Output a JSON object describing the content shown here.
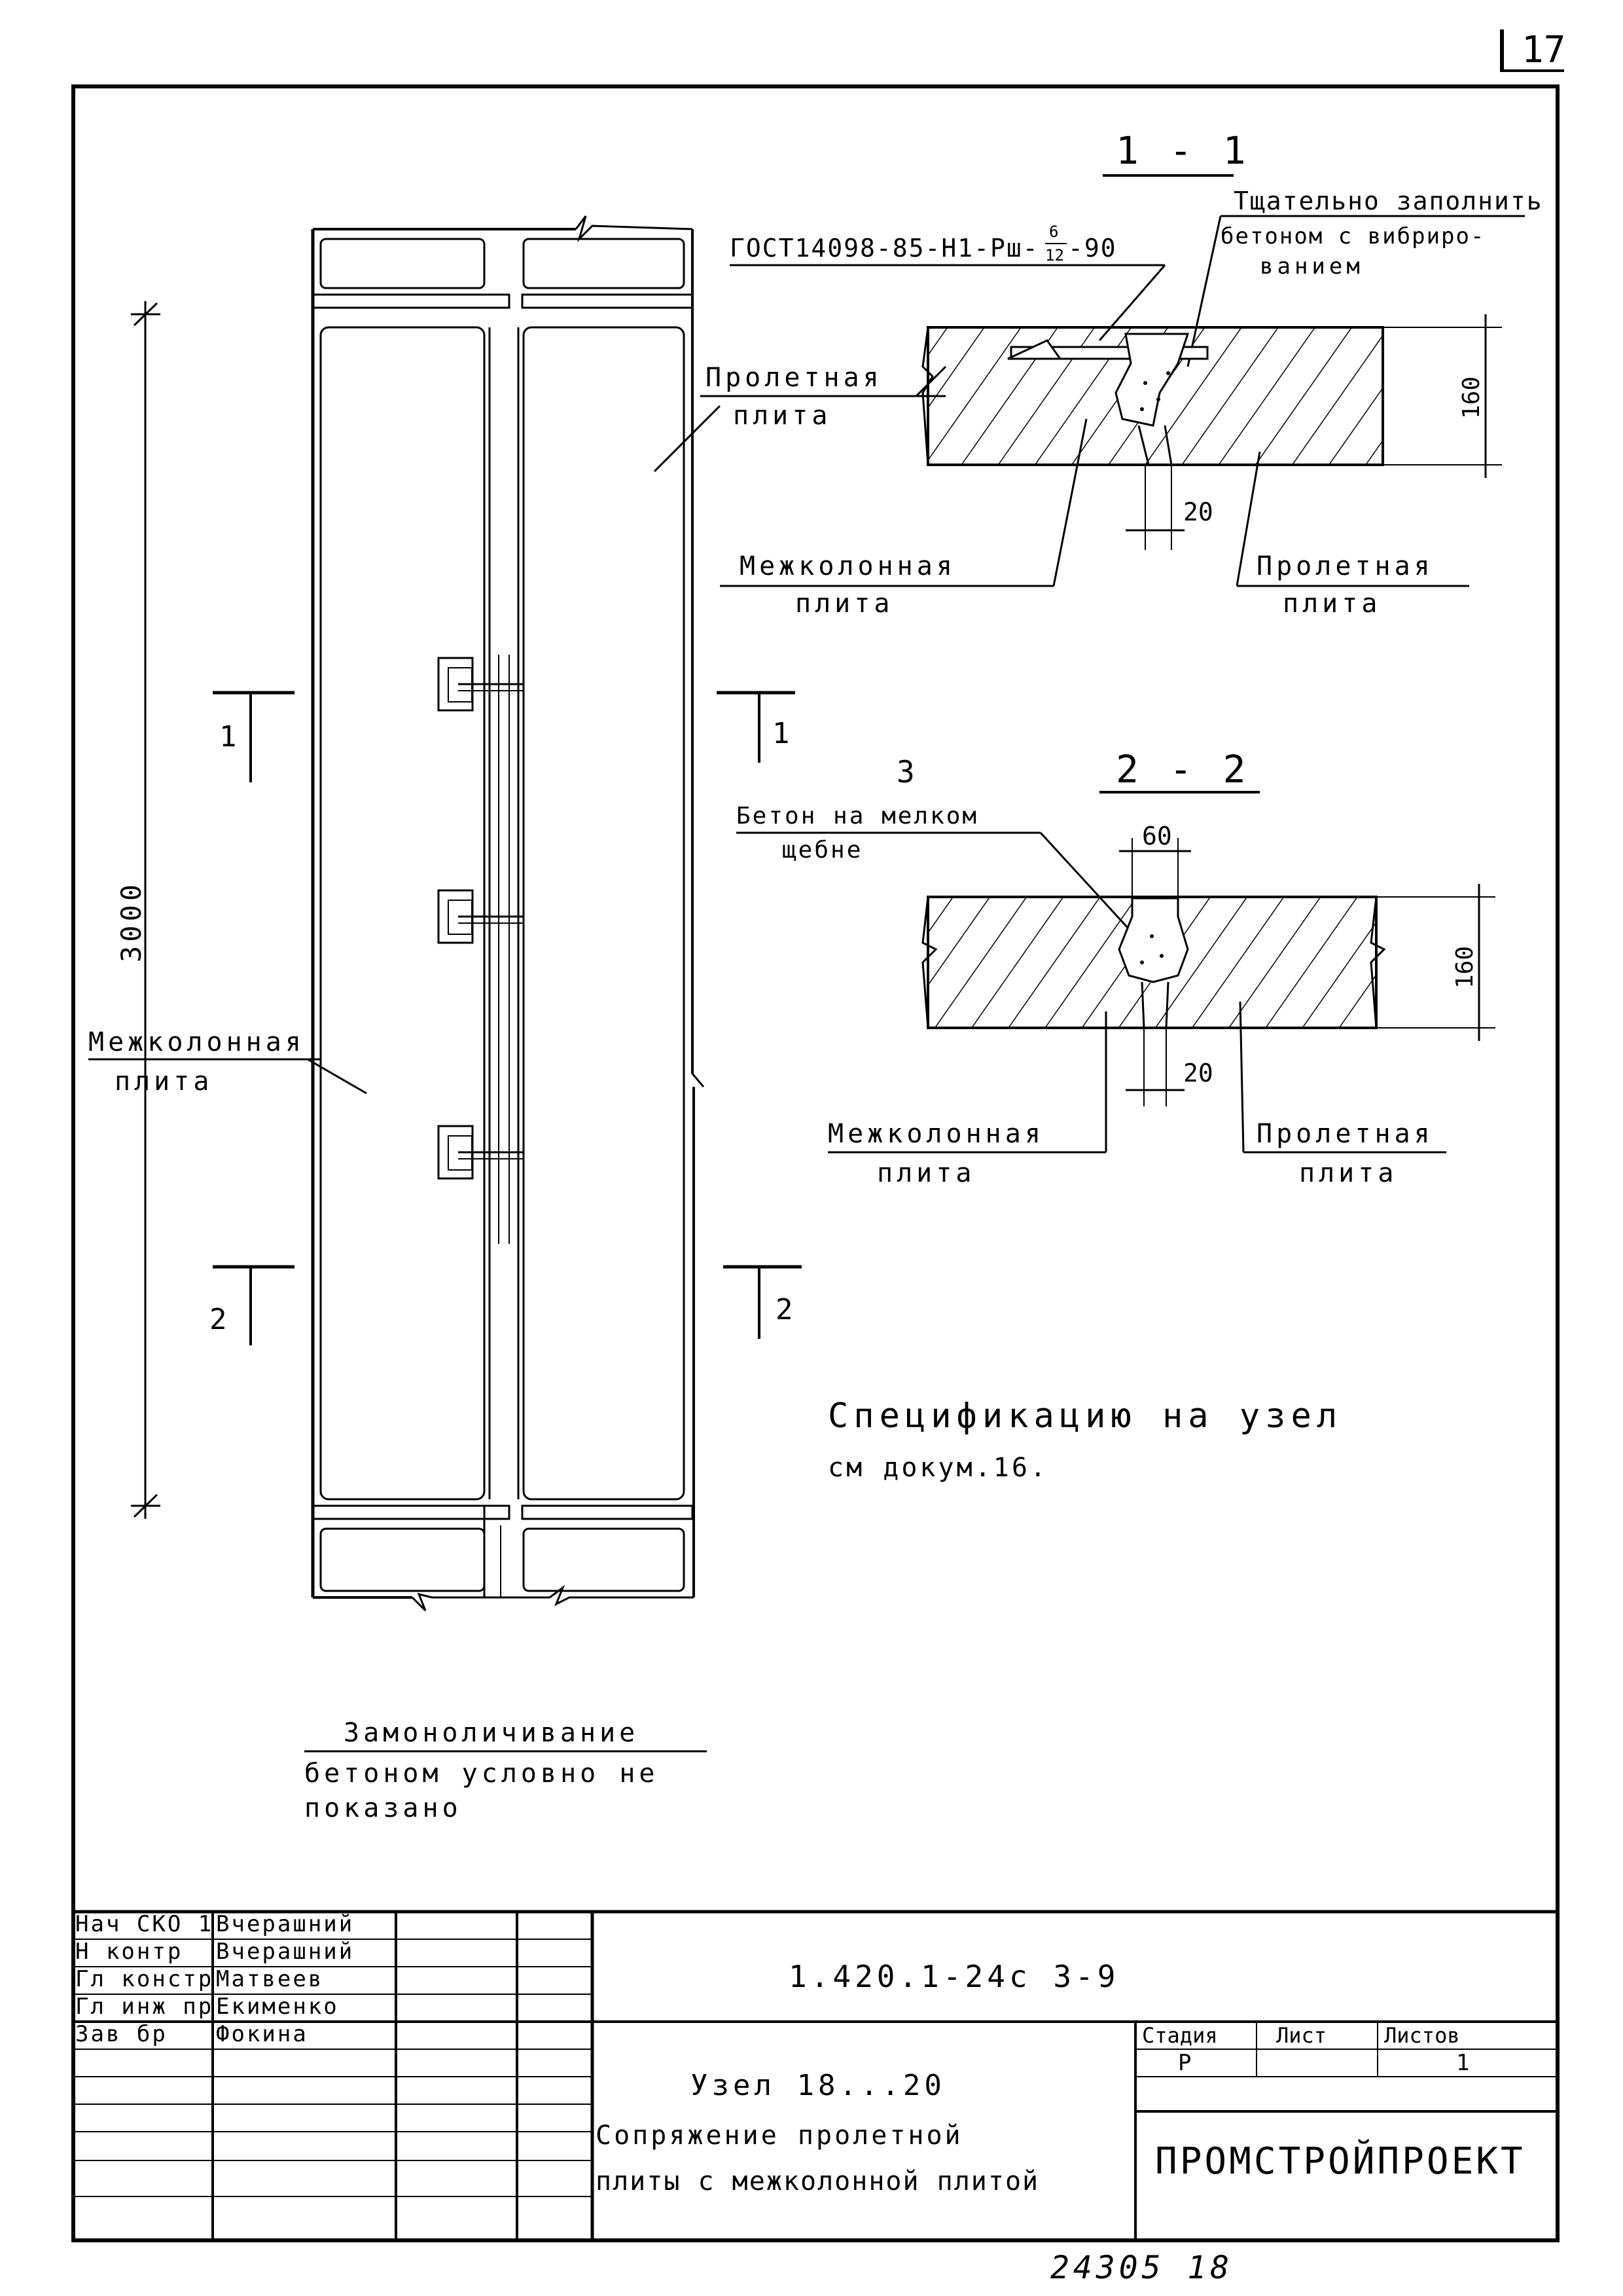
{
  "page_number": "17",
  "plan": {
    "dimension_3000": "3000",
    "label_left_plate_line1": "Межколонная",
    "label_left_plate_line2": "плита",
    "section_marks": {
      "left_1": "1",
      "right_1": "1",
      "left_2": "2",
      "right_2": "2"
    },
    "note_line1": "Замоноличивание",
    "note_line2": "бетоном условно не",
    "note_line3": "показано"
  },
  "section_1_1": {
    "title": "1 - 1",
    "gost": "ГОСТ14098-85-Н1-Рш-",
    "gost_frac_top": "6",
    "gost_frac_bottom": "12",
    "gost_tail": "-90",
    "note_line1": "Тщательно заполнить",
    "note_line2": "бетоном с вибриро-",
    "note_line3": "ванием",
    "left_plate_line1": "Пролетная",
    "left_plate_line2": "плита",
    "mid_plate_line1": "Межколонная",
    "mid_plate_line2": "плита",
    "right_plate_line1": "Пролетная",
    "right_plate_line2": "плита",
    "dim_height": "160",
    "dim_gap": "20"
  },
  "section_2_2": {
    "title": "2 - 2",
    "item_number": "3",
    "concrete_line1": "Бетон на мелком",
    "concrete_line2": "щебне",
    "dim_width": "60",
    "dim_height": "160",
    "dim_gap": "20",
    "left_plate_line1": "Межколонная",
    "left_plate_line2": "плита",
    "right_plate_line1": "Пролетная",
    "right_plate_line2": "плита"
  },
  "spec_note_line1": "Спецификацию на узел",
  "spec_note_line2": "см докум.16.",
  "title_block": {
    "rows": [
      {
        "role": "Нач СКО 1",
        "name": "Вчерашний"
      },
      {
        "role": "Н контр",
        "name": "Вчерашний"
      },
      {
        "role": "Гл констр",
        "name": "Матвеев"
      },
      {
        "role": "Гл инж пр",
        "name": "Екименко"
      },
      {
        "role": "Зав бр",
        "name": "Фокина"
      }
    ],
    "doc_code": "1.420.1-24с 3-9",
    "node_title": "Узел 18...20",
    "desc_line1": "Сопряжение пролетной",
    "desc_line2": "плиты с межколонной плитой",
    "stage_header": "Стадия",
    "sheet_header": "Лист",
    "sheets_header": "Листов",
    "stage_value": "Р",
    "sheets_value": "1",
    "organization": "ПРОМСТРОЙПРОЕКТ"
  },
  "archive_number": "24305  18"
}
